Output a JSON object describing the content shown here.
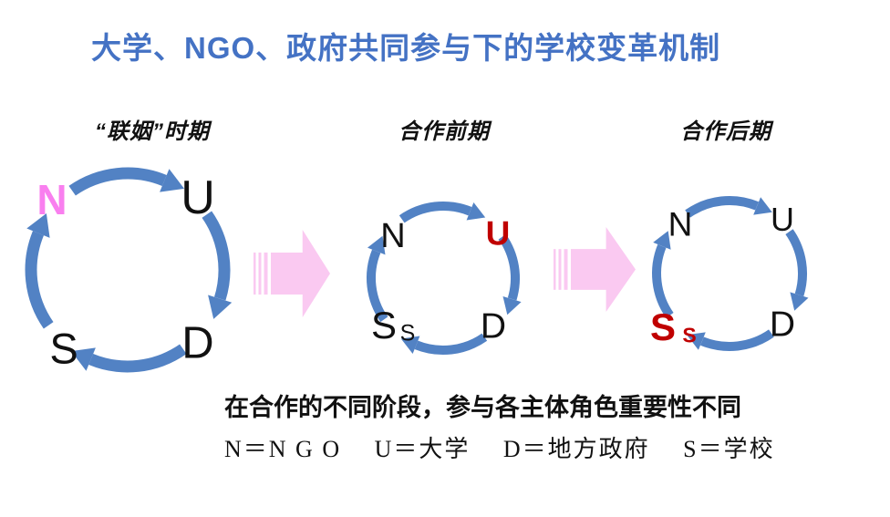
{
  "title": {
    "text": "大学、NGO、政府共同参与下的学校变革机制"
  },
  "phases": [
    {
      "label": "“联姻”时期",
      "nodes": [
        {
          "letter": "N",
          "role": "NGO",
          "emphasis": "pink-large"
        },
        {
          "letter": "U",
          "role": "university"
        },
        {
          "letter": "D",
          "role": "local-government"
        },
        {
          "letter": "S",
          "role": "school"
        }
      ]
    },
    {
      "label": "合作前期",
      "nodes": [
        {
          "letter": "N",
          "role": "NGO"
        },
        {
          "letter": "U",
          "role": "university",
          "emphasis": "red"
        },
        {
          "letter": "D",
          "role": "local-government"
        },
        {
          "letter": "S",
          "role": "school"
        },
        {
          "letter": "S",
          "role": "school-secondary"
        }
      ]
    },
    {
      "label": "合作后期",
      "nodes": [
        {
          "letter": "N",
          "role": "NGO"
        },
        {
          "letter": "U",
          "role": "university"
        },
        {
          "letter": "D",
          "role": "local-government"
        },
        {
          "letter": "S",
          "role": "school",
          "emphasis": "red"
        },
        {
          "letter": "S",
          "role": "school-secondary",
          "emphasis": "red"
        }
      ]
    }
  ],
  "caption": "在合作的不同阶段，参与各主体角色重要性不同",
  "legend": {
    "items": [
      {
        "text": "N＝N G O"
      },
      {
        "text": "U＝大学"
      },
      {
        "text": "D＝地方政府"
      },
      {
        "text": "S＝学校"
      }
    ]
  },
  "colors": {
    "title_blue": "#4472C4",
    "cycle_arrow_blue": "#5282C4",
    "ngo_pink": "#F97FEF",
    "highlight_red": "#C00000",
    "transition_arrow_pink": "#FAC9F1",
    "text_black": "#111111"
  }
}
